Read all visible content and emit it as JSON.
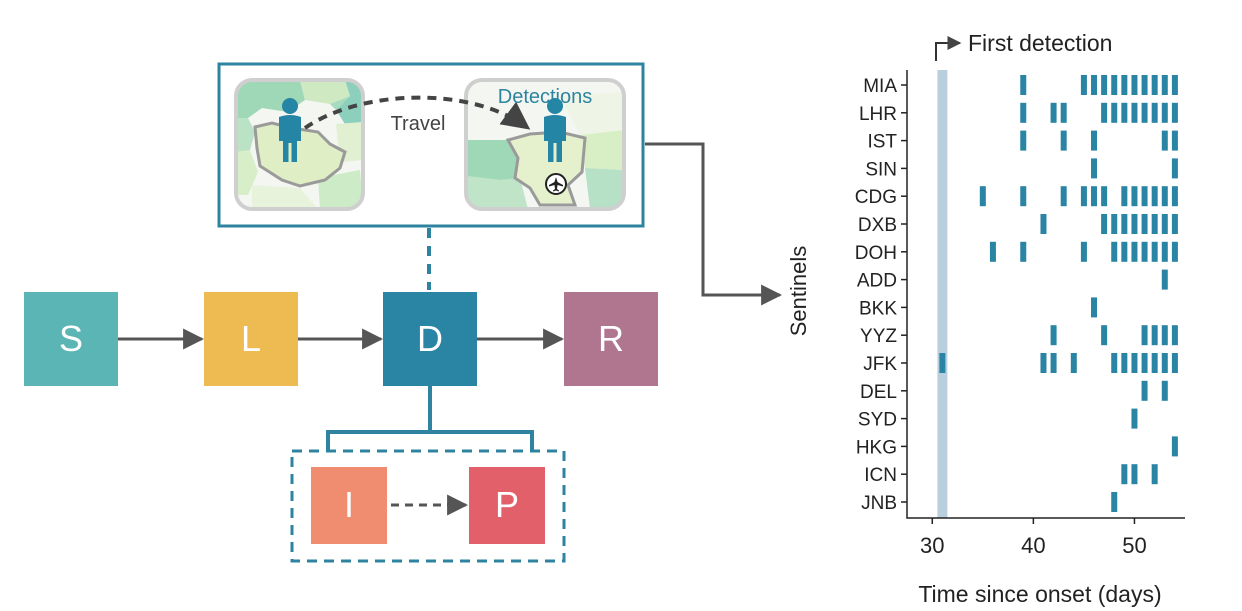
{
  "diagram": {
    "compartments": [
      {
        "id": "S",
        "label": "S",
        "color": "#5cb5b5"
      },
      {
        "id": "L",
        "label": "L",
        "color": "#edbb52"
      },
      {
        "id": "D",
        "label": "D",
        "color": "#2a84a4"
      },
      {
        "id": "R",
        "label": "R",
        "color": "#b07690"
      },
      {
        "id": "I",
        "label": "I",
        "color": "#f08d70"
      },
      {
        "id": "P",
        "label": "P",
        "color": "#e2606a"
      }
    ],
    "travel_label": "Travel",
    "detections_label": "Detections",
    "accent_color": "#2e84a0",
    "person_icon": "person-icon",
    "airplane_icon": "airplane-icon"
  },
  "chart_data": {
    "type": "scatter",
    "title": "",
    "xlabel": "Time since onset (days)",
    "ylabel": "Sentinels",
    "xlim": [
      27.5,
      55
    ],
    "xticks": [
      30,
      40,
      50
    ],
    "annotation": "First detection",
    "first_detection_day": 31,
    "mark_color": "#2a84a4",
    "band_color": "#b9cfdd",
    "categories": [
      "MIA",
      "LHR",
      "IST",
      "SIN",
      "CDG",
      "DXB",
      "DOH",
      "ADD",
      "BKK",
      "YYZ",
      "JFK",
      "DEL",
      "SYD",
      "HKG",
      "ICN",
      "JNB"
    ],
    "detections": {
      "MIA": [
        39,
        45,
        46,
        47,
        48,
        49,
        50,
        51,
        52,
        53,
        54
      ],
      "LHR": [
        39,
        42,
        43,
        47,
        48,
        49,
        50,
        51,
        52,
        53,
        54
      ],
      "IST": [
        39,
        43,
        46,
        53,
        54
      ],
      "SIN": [
        46,
        54
      ],
      "CDG": [
        35,
        39,
        43,
        45,
        46,
        47,
        49,
        50,
        51,
        52,
        53,
        54
      ],
      "DXB": [
        41,
        47,
        48,
        49,
        50,
        51,
        52,
        53,
        54
      ],
      "DOH": [
        36,
        39,
        45,
        48,
        49,
        50,
        51,
        52,
        53,
        54
      ],
      "ADD": [
        53
      ],
      "BKK": [
        46
      ],
      "YYZ": [
        42,
        47,
        51,
        52,
        53,
        54
      ],
      "JFK": [
        31,
        41,
        42,
        44,
        48,
        49,
        50,
        51,
        52,
        53,
        54
      ],
      "DEL": [
        51,
        53
      ],
      "SYD": [
        50
      ],
      "HKG": [
        54
      ],
      "ICN": [
        49,
        50,
        52
      ],
      "JNB": [
        48
      ]
    }
  }
}
